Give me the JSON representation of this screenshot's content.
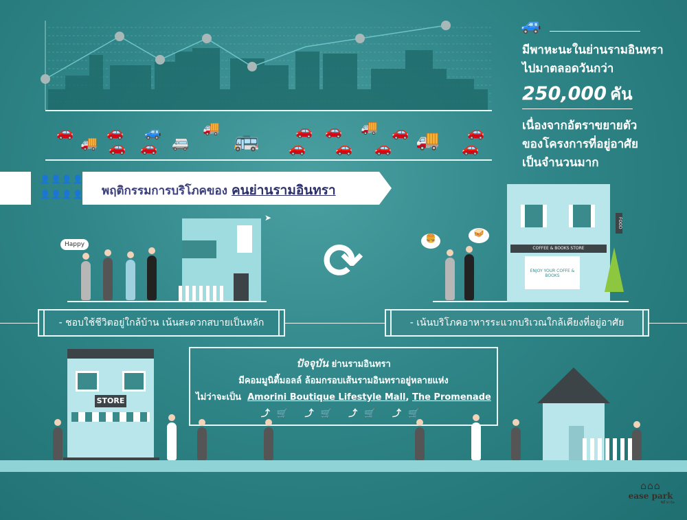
{
  "stats": {
    "line1": "มีพาหะนะในย่านรามอินทรา",
    "line2": "ไปมาตลอดวันกว่า",
    "big_number": "250,000",
    "unit": "คัน",
    "line3": "เนื่องจากอัตราขยายตัว",
    "line4": "ของโครงการที่อยู่อาศัย",
    "line5": "เป็นจำนวนมาก"
  },
  "banner": {
    "title": "พฤติกรรมการบริโภคของ",
    "highlight": "คนย่านรามอินทรา"
  },
  "left_speech": "Happy",
  "left_box": "- ชอบใช้ชีวิตอยู่ใกล้บ้าน เน้นสะดวกสบายเป็นหลัก",
  "right_box": "- เน้นบริโภคอาหารระแวกบริเวณใกล้เคียงที่อยู่อาศัย",
  "shop": {
    "sign": "COFFEE & BOOKS STORE",
    "window": "ENJOY YOUR COFFE & BOOKS",
    "side_sign": "FOOD"
  },
  "store_sign": "STORE",
  "center": {
    "title_em": "ปัจจุบัน",
    "title_rest": "ย่านรามอินทรา",
    "line2": "มีคอมมูนิตี้มอลล์ ล้อมกรอบเส้นรามอินทราอยู่หลายแห่ง",
    "line3_prefix": "ไม่ว่าจะเป็น",
    "mall1": "Amorini Boutique Lifestyle Mall",
    "mall2": "The Promenade"
  },
  "logo": {
    "name": "ease park",
    "sub": "ซิตี้ พาร์ค"
  },
  "colors": {
    "bg": "#2f8587",
    "accent": "#8fd3d6",
    "banner_text": "#3b3f7a"
  }
}
